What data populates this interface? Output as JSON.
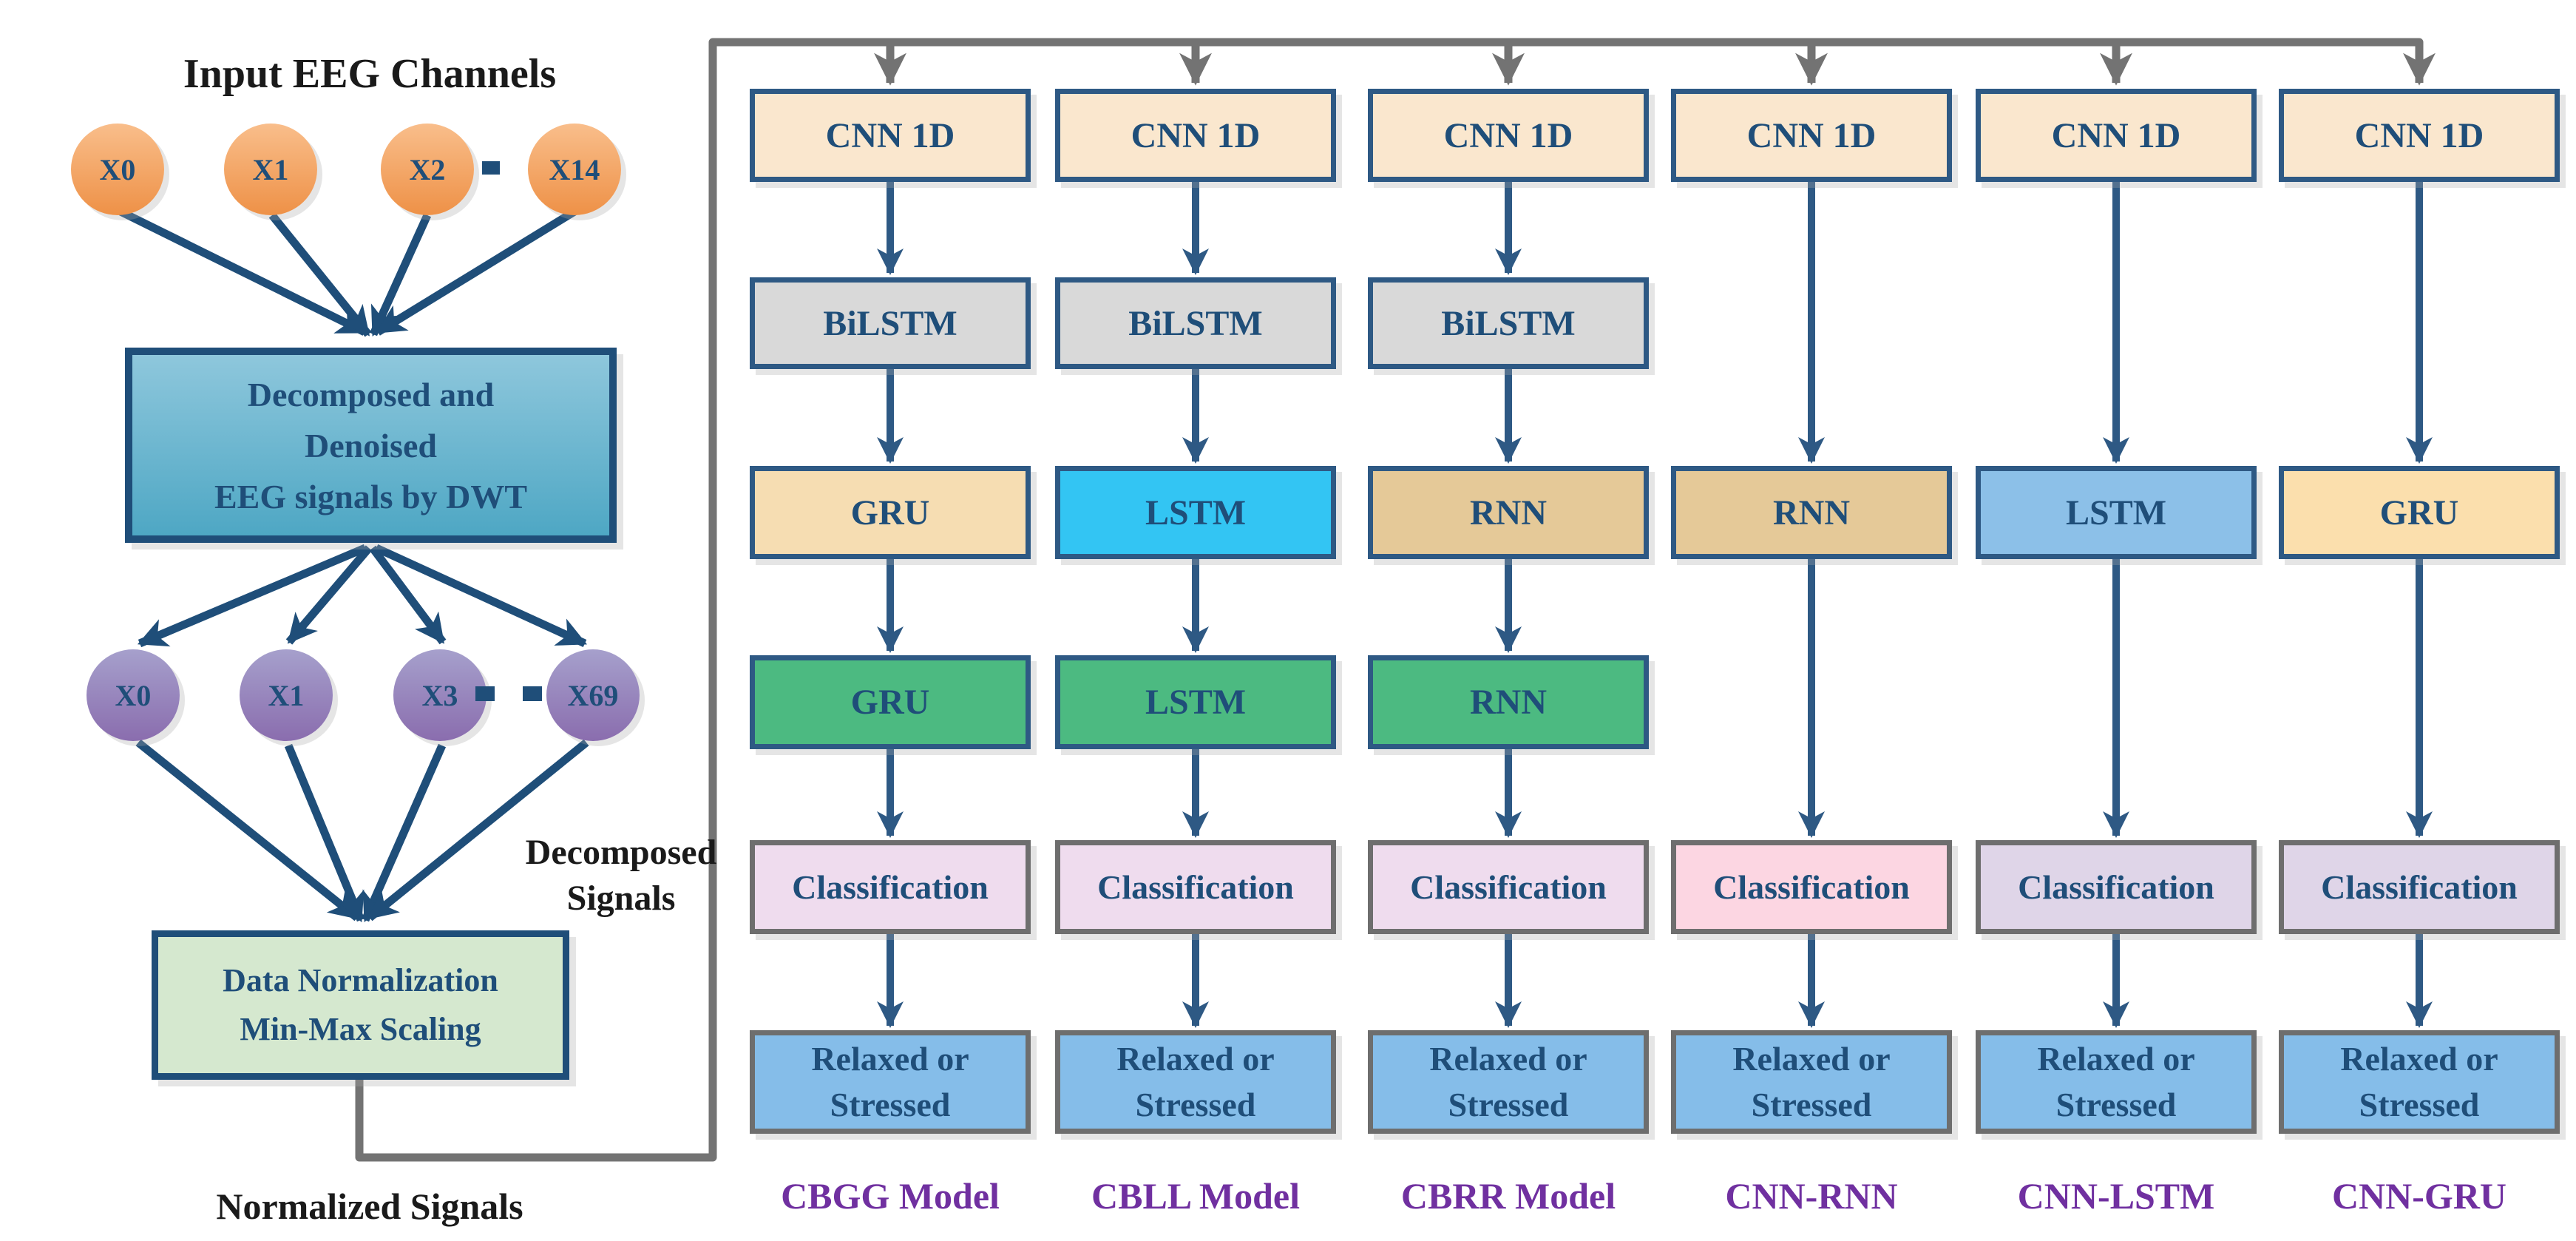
{
  "palette": {
    "arrow_navy": "#2E5984",
    "deep_navy_text": "#1F4E79",
    "connector_gray": "#737373",
    "box_border_navy": "#2E5984",
    "box_border_gray": "#6E6E6E",
    "cnn_fill": "#FAE7CE",
    "bilstm_fill": "#D9D9D9",
    "gru_fill": "#F6DDB2",
    "lstm_cyan_fill": "#33C5F3",
    "rnn_fill": "#E5C998",
    "lstm_blue_fill": "#8CC0E8",
    "gru_light_fill": "#FBDFAD",
    "green_fill": "#4CBA81",
    "classification_fill": "#EFDCEE",
    "classification_pink_fill": "#FCD6E2",
    "classification_lavender_fill": "#DFD5E8",
    "output_fill": "#85BDE9",
    "orange_node_top": "#F9BE8B",
    "orange_node_bottom": "#EE9147",
    "purple_node_top": "#A6A0CC",
    "purple_node_bottom": "#8A6DAE",
    "dwt_box_top": "#8EC7DC",
    "dwt_box_bottom": "#4EA7C4",
    "normalization_fill": "#D5E8CF",
    "model_label_color": "#7030A0",
    "black_text": "#1A1A1A"
  },
  "left": {
    "heading": "Input EEG Channels",
    "input_channels": [
      "X0",
      "X1",
      "X2",
      "X14"
    ],
    "dwt_box": [
      "Decomposed and",
      "Denoised",
      "EEG signals by DWT"
    ],
    "decomposed_channels": [
      "X0",
      "X1",
      "X3",
      "X69"
    ],
    "decomposed_signals_label": [
      "Decomposed",
      "Signals"
    ],
    "normalization_box": [
      "Data Normalization",
      "Min-Max Scaling"
    ],
    "normalized_signals_label": "Normalized Signals"
  },
  "columns": [
    {
      "model_label": "CBGG Model",
      "cnn": "CNN 1D",
      "bilstm": "BiLSTM",
      "recurrent1": "GRU",
      "recurrent2": "GRU",
      "classification": "Classification",
      "output": [
        "Relaxed or",
        "Stressed"
      ]
    },
    {
      "model_label": "CBLL Model",
      "cnn": "CNN 1D",
      "bilstm": "BiLSTM",
      "recurrent1": "LSTM",
      "recurrent2": "LSTM",
      "classification": "Classification",
      "output": [
        "Relaxed or",
        "Stressed"
      ]
    },
    {
      "model_label": "CBRR Model",
      "cnn": "CNN 1D",
      "bilstm": "BiLSTM",
      "recurrent1": "RNN",
      "recurrent2": "RNN",
      "classification": "Classification",
      "output": [
        "Relaxed or",
        "Stressed"
      ]
    },
    {
      "model_label": "CNN-RNN",
      "cnn": "CNN 1D",
      "recurrent1": "RNN",
      "classification": "Classification",
      "output": [
        "Relaxed or",
        "Stressed"
      ]
    },
    {
      "model_label": "CNN-LSTM",
      "cnn": "CNN 1D",
      "recurrent1": "LSTM",
      "classification": "Classification",
      "output": [
        "Relaxed or",
        "Stressed"
      ]
    },
    {
      "model_label": "CNN-GRU",
      "cnn": "CNN 1D",
      "recurrent1": "GRU",
      "classification": "Classification",
      "output": [
        "Relaxed or",
        "Stressed"
      ]
    }
  ]
}
